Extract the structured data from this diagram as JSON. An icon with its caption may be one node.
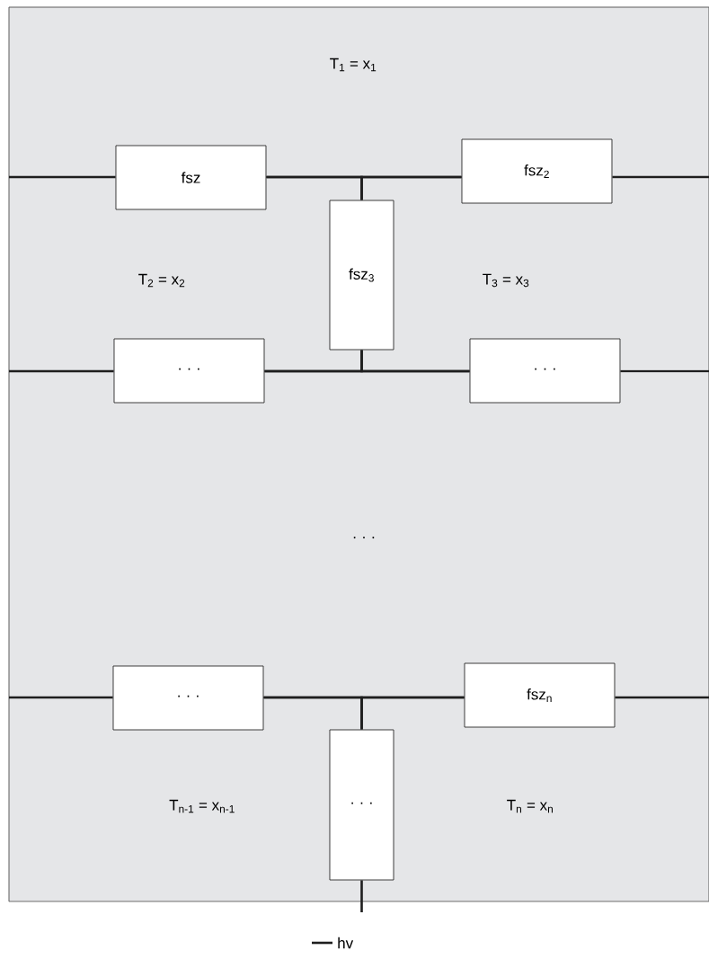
{
  "diagram": {
    "nodes": [
      {
        "text": [],
        "shape": "box"
      },
      {
        "text": [
          "fsz"
        ],
        "in": 0
      },
      {
        "text": [
          "fsz$_{2}$"
        ],
        "in": 0
      },
      {
        "text": [
          "fsz$_{3}$"
        ],
        "in": 0
      },
      {
        "text": [
          "· · ·"
        ],
        "in": 0
      },
      {
        "text": [
          "· · ·"
        ],
        "in": 0
      },
      {
        "text": [
          "· · ·"
        ],
        "in": 0
      },
      {
        "text": [
          "fsz$_{n}$"
        ],
        "in": 0
      },
      {
        "text": [
          "· · ·"
        ],
        "in": 0
      }
    ],
    "edges": [
      {
        "from": null,
        "to": 1,
        "arrow": "none"
      },
      {
        "from": 1,
        "to": 2,
        "arrow": "none"
      },
      {
        "from": 2,
        "to": null,
        "arrow": "none"
      },
      {
        "from": 1,
        "to": 3,
        "arrow": "none"
      },
      {
        "from": 2,
        "to": 3,
        "arrow": "none"
      },
      {
        "from": null,
        "to": 4,
        "arrow": "none"
      },
      {
        "from": 4,
        "to": 5,
        "arrow": "none"
      },
      {
        "from": 5,
        "to": null,
        "arrow": "none"
      },
      {
        "from": 3,
        "to": 4,
        "arrow": "none"
      },
      {
        "from": 3,
        "to": 5,
        "arrow": "none"
      },
      {
        "from": null,
        "to": 6,
        "arrow": "none"
      },
      {
        "from": 6,
        "to": 7,
        "arrow": "none"
      },
      {
        "from": 7,
        "to": null,
        "arrow": "none"
      },
      {
        "from": 6,
        "to": 8,
        "arrow": "none"
      },
      {
        "from": 7,
        "to": 8,
        "arrow": "none"
      },
      {
        "from": 8,
        "to": null,
        "arrow": "none"
      }
    ],
    "labels": [
      "T$_{1}$ = x$_{1}$",
      "T$_{2}$ = x$_{2}$",
      "T$_{3}$ = x$_{3}$",
      "· · ·",
      "T$_{n-1}$ = x$_{n-1}$",
      "T$_{n}$ = x$_{n}$"
    ],
    "legend": [
      {
        "text": "hv"
      }
    ]
  }
}
